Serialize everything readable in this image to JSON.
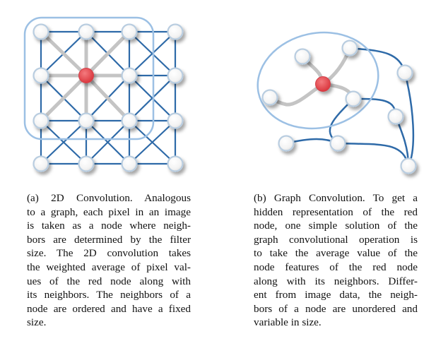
{
  "figure": {
    "panel_a": {
      "caption_lines": [
        "(a) 2D Convolution. Analogous",
        "to a graph, each pixel in an image",
        "is taken as a node where neigh-",
        "bors are determined by the filter",
        "size. The 2D convolution takes",
        "the weighted average of pixel val-",
        "ues of the red node along with",
        "its neighbors. The neighbors of a",
        "node are ordered and have a fixed",
        "size."
      ]
    },
    "panel_b": {
      "caption_lines": [
        "(b) Graph Convolution. To get a",
        "hidden representation of the red",
        "node, one simple solution of the",
        "graph convolutional operation is",
        "to take the average value of the",
        "node features of the red node",
        "along with its neighbors. Differ-",
        "ent from image data, the neigh-",
        "bors of a node are unordered and",
        "variable in size."
      ]
    },
    "colors": {
      "edge": "#2e6aa8",
      "neighbor_edge": "#c4c4c4",
      "filter": "#9cc0e4",
      "center_node": "#e8454a",
      "node": "#ffffff"
    }
  }
}
